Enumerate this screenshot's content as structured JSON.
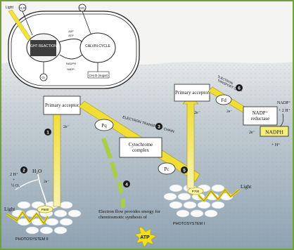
{
  "inset": {
    "light": "Light",
    "h2o": "H₂O",
    "co2": "CO₂",
    "light_reactions": "LIGHT REACTIONS",
    "calvin_cycle": "CALVIN CYCLE",
    "o2": "O₂",
    "ch2o": "CH₂O (sugar)",
    "adp": "ADP",
    "atp": "ATP",
    "nadp": "NADP⁺",
    "nadph": "NADPH"
  },
  "labels": {
    "primary_acceptor_1": "Primary acceptor",
    "primary_acceptor_2": "Primary acceptor",
    "pq": "Pq",
    "pc": "Pc",
    "fd": "Fd",
    "cytochrome_complex": "Cytochrome complex",
    "etc_1": "ELECTRON TRANSPORT CHAIN",
    "etc_2": "ELECTRON TRANSPORT CHAIN",
    "nadp_reductase": "NADP⁺ reductase",
    "nadp_plus": "NADP⁺",
    "two_h_plus_right": "+ 2 H⁺",
    "nadph": "NADPH",
    "h_plus": "+ H⁺",
    "h2o": "H₂O",
    "two_h_plus_left": "2 H⁺",
    "plus_half": "+",
    "half_o2": "½ O₂",
    "e_minus_pair_1": "2e⁻",
    "e_minus_pair_2": "2e⁻",
    "e_minus_pair_3": "2e⁻",
    "e_minus_pair_4": "2e⁻",
    "e_minus_pair_5": "2e⁻",
    "p680": "P680",
    "p700": "P700",
    "light_left": "Light",
    "light_right": "Light",
    "photosystem_ii": "PHOTOSYSTEM II",
    "photosystem_i": "PHOTOSYSTEM I",
    "electron_flow_text": "Electron flow provides energy for chemiosmotic synthesis of",
    "atp": "ATP"
  },
  "steps": [
    "1",
    "2",
    "3",
    "4",
    "5",
    "6"
  ],
  "colors": {
    "border": "#6fa23a",
    "membrane_blue": "#9aaebd",
    "arrow_yellow": "#f2e23a",
    "arrow_green": "#b9d45a",
    "box_fill": "#ffffff",
    "nadph_box": "#f6ee7a"
  }
}
